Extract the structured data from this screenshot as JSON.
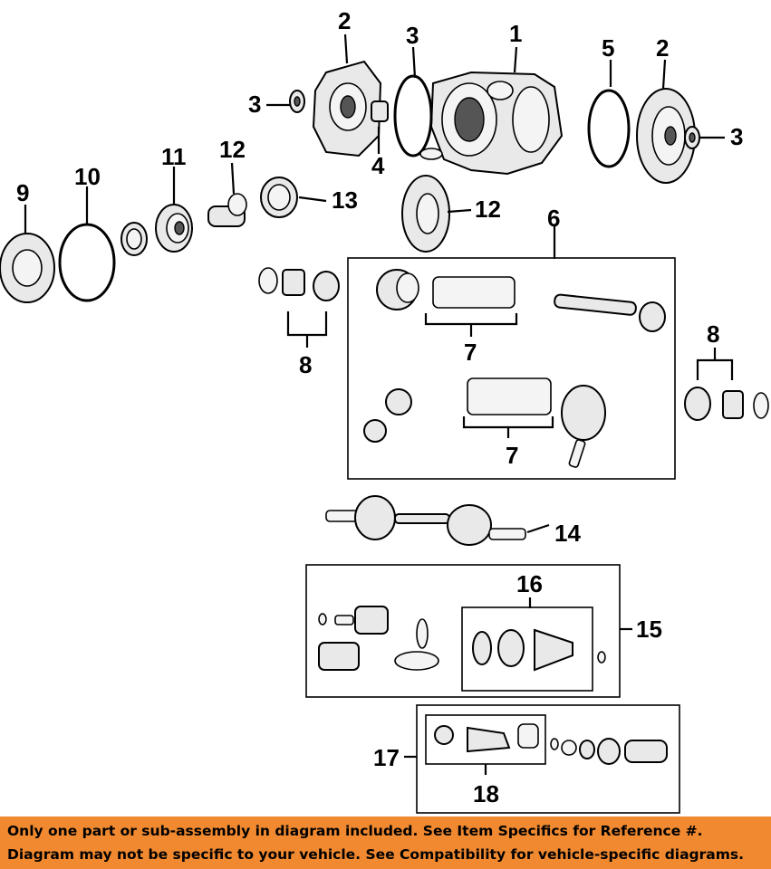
{
  "callouts": {
    "c1": "1",
    "c2a": "2",
    "c2b": "2",
    "c3a": "3",
    "c3b": "3",
    "c3c": "3",
    "c4": "4",
    "c5": "5",
    "c6": "6",
    "c7a": "7",
    "c7b": "7",
    "c8a": "8",
    "c8b": "8",
    "c9": "9",
    "c10": "10",
    "c11": "11",
    "c12a": "12",
    "c12b": "12",
    "c13": "13",
    "c14": "14",
    "c15": "15",
    "c16": "16",
    "c17": "17",
    "c18": "18"
  },
  "banner": {
    "line1": "Only one part or sub-assembly in diagram included. See Item Specifics for Reference #.",
    "line2": "Diagram may not be specific to your vehicle. See Compatibility for vehicle-specific diagrams.",
    "color": "#f0892f"
  }
}
